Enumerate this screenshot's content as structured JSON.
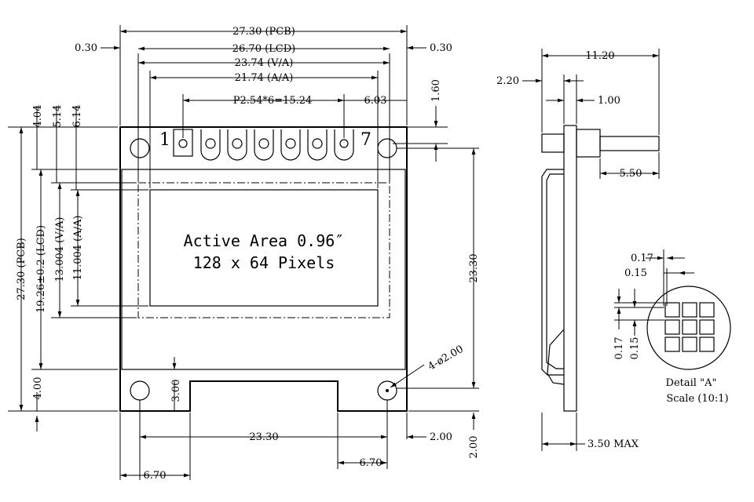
{
  "front_view": {
    "pcb_width": "27.30 (PCB)",
    "lcd_width": "26.70 (LCD)",
    "va_width": "23.74 (V/A)",
    "aa_width": "21.74 (A/A)",
    "margin_left": "0.30",
    "margin_right": "0.30",
    "pin_pitch": "P2.54*6=15.24",
    "pin_offset": "6.03",
    "pin_first": "1",
    "pin_last": "7",
    "dim_1_60": "1.60",
    "dim_4_04": "4.04",
    "dim_5_14": "5.14",
    "dim_6_14": "6.14",
    "pcb_height": "27.30 (PCB)",
    "lcd_height": "19.26±0.2 (LCD)",
    "va_height": "13.004 (V/A)",
    "aa_height": "11.004 (A/A)",
    "hole_vertical": "23.30",
    "hole_spec": "4-ø2.00",
    "dim_4_00": "4.00",
    "dim_3_00": "3.00",
    "hole_horizontal": "23.30",
    "dim_2_00_h": "2.00",
    "dim_2_00_v": "2.00",
    "dim_6_70_left": "6.70",
    "dim_6_70_right": "6.70",
    "active_area_line1": "Active Area 0.96″",
    "active_area_line2": "128 x 64 Pixels"
  },
  "side_view": {
    "overall": "11.20",
    "dim_2_20": "2.20",
    "dim_1_00": "1.00",
    "dim_5_50": "5.50",
    "thickness": "3.50 MAX"
  },
  "detail": {
    "dim_0_17_top": "0.17",
    "dim_0_15_top": "0.15",
    "dim_0_17_side": "0.17",
    "dim_0_15_side": "0.15",
    "title": "Detail \"A\"",
    "scale": "Scale (10:1)"
  }
}
